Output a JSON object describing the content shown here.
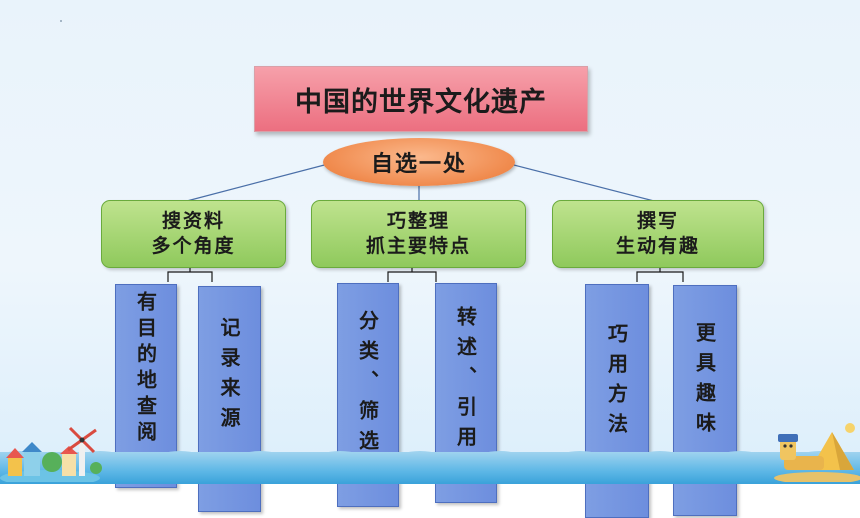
{
  "title": "中国的世界文化遗产",
  "center": "自选一处",
  "branches": [
    {
      "line1": "搜资料",
      "line2": "多个角度",
      "cards": [
        "有目的地查阅",
        "记录来源"
      ]
    },
    {
      "line1": "巧整理",
      "line2": "抓主要特点",
      "cards": [
        "分类、筛选",
        "转述、引用"
      ]
    },
    {
      "line1": "撰写",
      "line2": "生动有趣",
      "cards": [
        "巧用方法",
        "更具趣味"
      ]
    }
  ],
  "colors": {
    "title_fill": "#ec6f80",
    "oval_fill": "#f08a4d",
    "green_fill": "#8fc95c",
    "blue_fill": "#6d8ede",
    "connector": "#4a6fa8"
  }
}
